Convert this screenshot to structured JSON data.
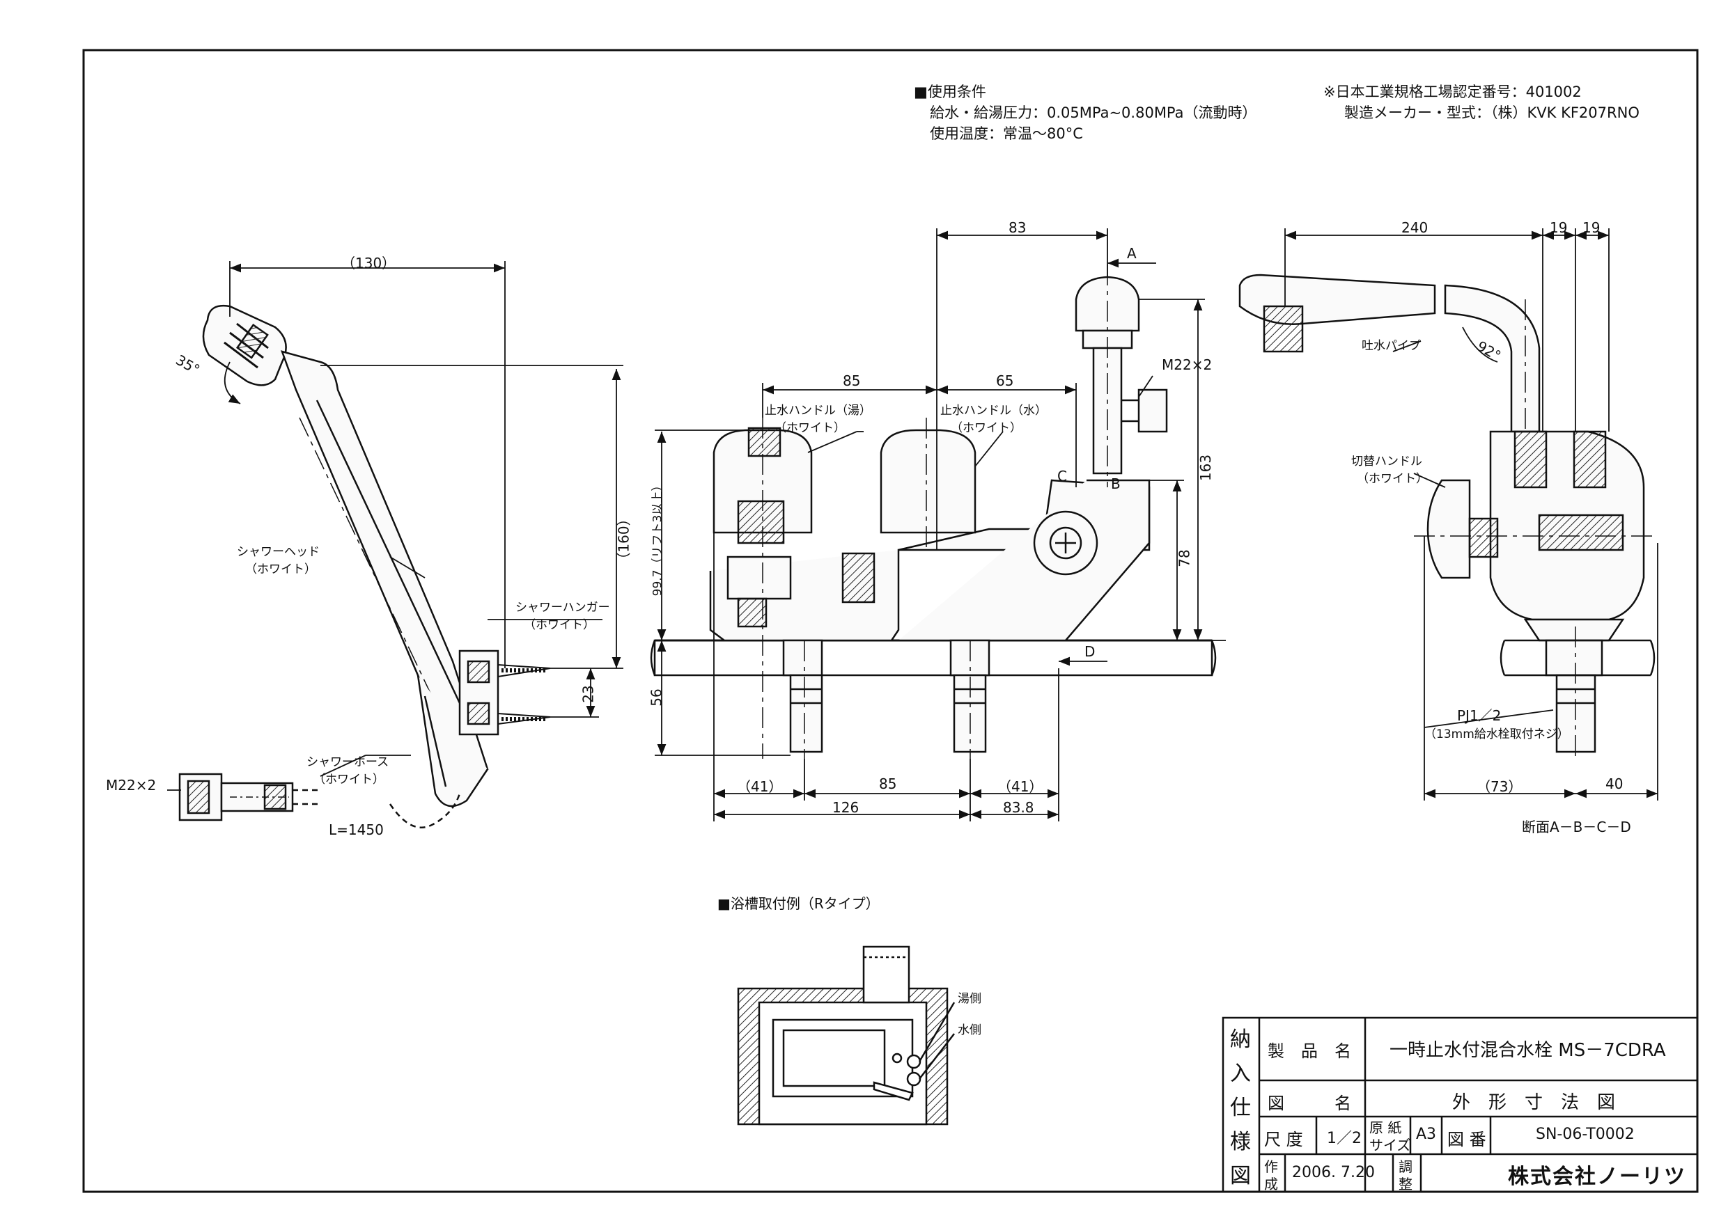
{
  "notes": {
    "conditions_title": "■使用条件",
    "pressure": "給水・給湯圧力：0.05MPa~0.80MPa（流動時）",
    "temperature": "使用温度：常温～80°C",
    "cert": "※日本工業規格工場認定番号：401002",
    "maker": "製造メーカー・型式：（株）KVK KF207RNO"
  },
  "dims": {
    "d130": "（130）",
    "d35": "35°",
    "d160": "（160）",
    "d23": "23",
    "d83": "83",
    "dA": "A",
    "d85_top": "85",
    "d65": "65",
    "d997": "99.7（リフト3以上）",
    "d163": "163",
    "d78": "78",
    "dC": "C",
    "dB": "B",
    "dD": "D",
    "d56": "56",
    "d41a": "（41）",
    "d85_bot": "85",
    "d41b": "（41）",
    "d126": "126",
    "d838": "83.8",
    "d240": "240",
    "d19a": "19",
    "d19b": "19",
    "d92": "92°",
    "d73": "（73）",
    "d40": "40",
    "d1450": "L=1450"
  },
  "labels": {
    "shower_head": "シャワーヘッド",
    "shower_head_c": "（ホワイト）",
    "shower_hanger": "シャワーハンガー",
    "shower_hanger_c": "（ホワイト）",
    "shower_hose": "シャワーホース",
    "shower_hose_c": "（ホワイト）",
    "m22_left": "M22×2",
    "m22_mid": "M22×2",
    "handle_hot": "止水ハンドル（湯）",
    "handle_hot_c": "（ホワイト）",
    "handle_cold": "止水ハンドル（水）",
    "handle_cold_c": "（ホワイト）",
    "spout_pipe": "吐水パイプ",
    "switch_handle": "切替ハンドル",
    "switch_handle_c": "（ホワイト）",
    "pj": "PJ1／2",
    "pj_note": "（13mm給水栓取付ネジ）",
    "section": "断面A－B－C－D"
  },
  "install": {
    "title": "■浴槽取付例（Rタイプ）",
    "hot_side": "湯側",
    "cold_side": "水側"
  },
  "title_block": {
    "side": [
      "納",
      "入",
      "仕",
      "様",
      "図"
    ],
    "product_name_label": "製　品　名",
    "product_name": "一時止水付混合水栓 MS－7CDRA",
    "drawing_name_label": "図　　　名",
    "drawing_name": "外　形　寸　法　図",
    "scale_label": "尺 度",
    "scale": "1／2",
    "paper_label_1": "原 紙",
    "paper_label_2": "サイズ",
    "paper": "A3",
    "drawing_no_label": "図 番",
    "drawing_no": "SN-06-T0002",
    "created_label_1": "作",
    "created_label_2": "成",
    "created": "2006. 7.20",
    "adjust_label_1": "調",
    "adjust_label_2": "整",
    "company": "株式会社ノーリツ"
  }
}
